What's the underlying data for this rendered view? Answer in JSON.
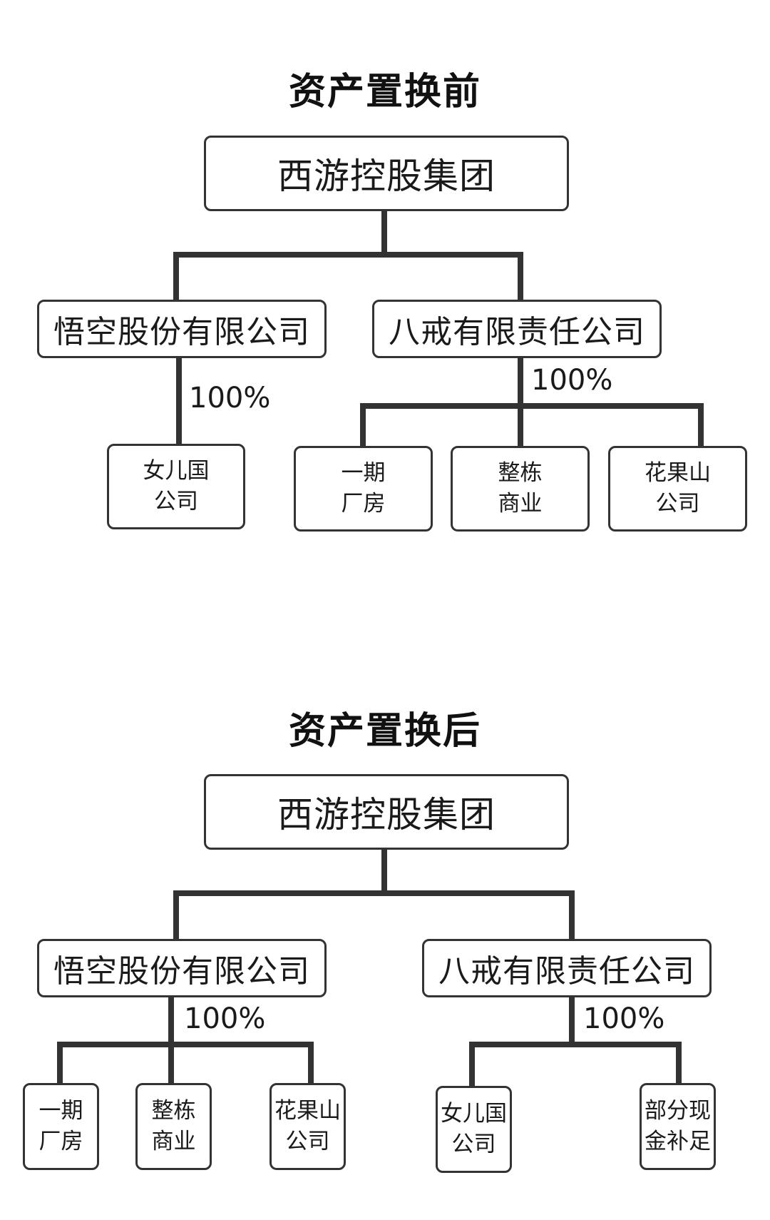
{
  "before": {
    "title": "资产置换前",
    "root": "西游控股集团",
    "left_company": "悟空股份有限公司",
    "right_company": "八戒有限责任公司",
    "left_pct": "100%",
    "right_pct": "100%",
    "left_children": [
      {
        "line1": "女儿国",
        "line2": "公司"
      }
    ],
    "right_children": [
      {
        "line1": "一期",
        "line2": "厂房"
      },
      {
        "line1": "整栋",
        "line2": "商业"
      },
      {
        "line1": "花果山",
        "line2": "公司"
      }
    ]
  },
  "after": {
    "title": "资产置换后",
    "root": "西游控股集团",
    "left_company": "悟空股份有限公司",
    "right_company": "八戒有限责任公司",
    "left_pct": "100%",
    "right_pct": "100%",
    "left_children": [
      {
        "line1": "一期",
        "line2": "厂房"
      },
      {
        "line1": "整栋",
        "line2": "商业"
      },
      {
        "line1": "花果山",
        "line2": "公司"
      }
    ],
    "right_children": [
      {
        "line1": "女儿国",
        "line2": "公司"
      },
      {
        "line1": "部分现",
        "line2": "金补足"
      }
    ]
  }
}
